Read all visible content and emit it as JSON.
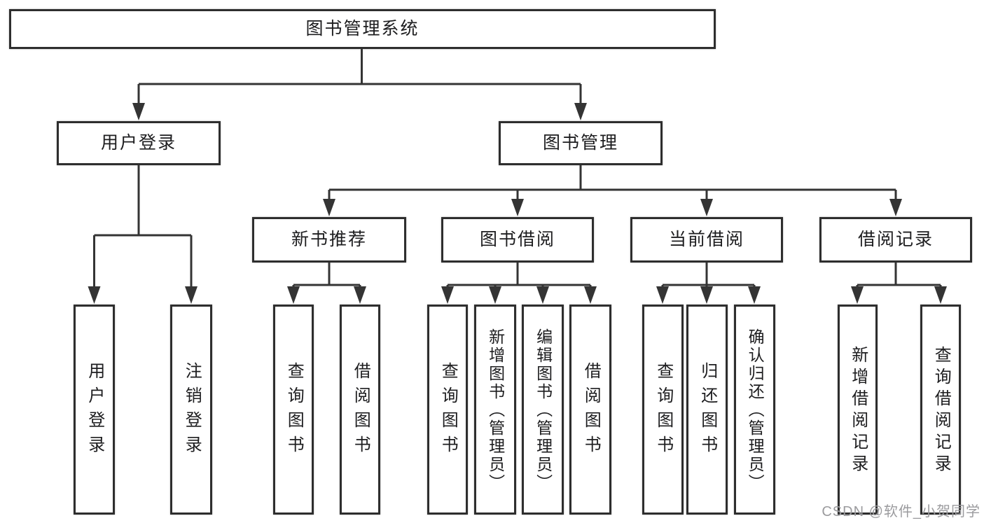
{
  "tree": {
    "root": {
      "label": "图书管理系统",
      "children": [
        {
          "label": "用户登录",
          "children": [
            {
              "label": "用户登录"
            },
            {
              "label": "注销登录"
            }
          ]
        },
        {
          "label": "图书管理",
          "children": [
            {
              "label": "新书推荐",
              "children": [
                {
                  "label": "查询图书"
                },
                {
                  "label": "借阅图书"
                }
              ]
            },
            {
              "label": "图书借阅",
              "children": [
                {
                  "label": "查询图书"
                },
                {
                  "label": "新增图书（管理员）"
                },
                {
                  "label": "编辑图书（管理员）"
                },
                {
                  "label": "借阅图书"
                }
              ]
            },
            {
              "label": "当前借阅",
              "children": [
                {
                  "label": "查询图书"
                },
                {
                  "label": "归还图书"
                },
                {
                  "label": "确认归还（管理员）"
                }
              ]
            },
            {
              "label": "借阅记录",
              "children": [
                {
                  "label": "新增借阅记录"
                },
                {
                  "label": "查询借阅记录"
                }
              ]
            }
          ]
        }
      ]
    }
  },
  "watermark": {
    "text": "CSDN @软件_小贺同学"
  },
  "colors": {
    "line": "#343434",
    "box_border": "#2e2e2e",
    "text": "#1d1d1f",
    "watermark": "#9b9b9e",
    "background": "#ffffff"
  }
}
